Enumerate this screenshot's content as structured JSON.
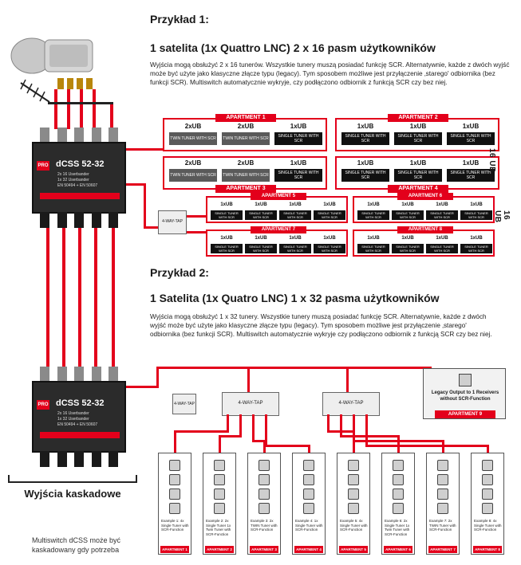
{
  "example1": {
    "heading": "Przykład 1:",
    "title": "1 satelita (1x Quattro LNC) 2 x 16 pasm użytkowników",
    "paragraph": "Wyjścia mogą obsłużyć 2 x 16 tunerów. Wszystkie tunery muszą posiadać funkcję SCR. Alternatywnie, każde z dwóch wyjść może być użyte jako klasyczne złącze typu (legacy). Tym sposobem możliwe jest przyłączenie ‚starego' odbiornika (bez funkcji SCR). Multiswitch automatycznie wykryje, czy podłączono odbiornik z funkcją SCR czy bez niej.",
    "side_label": "16 UB",
    "apartments_big": [
      {
        "label": "APARTMENT 1",
        "cells": [
          {
            "ub": "2xUB",
            "tuner": "TWIN TUNER WITH SCR",
            "style": "grey"
          },
          {
            "ub": "2xUB",
            "tuner": "TWIN TUNER WITH SCR",
            "style": "grey"
          },
          {
            "ub": "1xUB",
            "tuner": "SINGLE TUNER WITH SCR",
            "style": "black"
          }
        ]
      },
      {
        "label": "APARTMENT 2",
        "cells": [
          {
            "ub": "1xUB",
            "tuner": "SINGLE TUNER WITH SCR",
            "style": "black"
          },
          {
            "ub": "1xUB",
            "tuner": "SINGLE TUNER WITH SCR",
            "style": "black"
          },
          {
            "ub": "1xUB",
            "tuner": "SINGLE TUNER WITH SCR",
            "style": "black"
          }
        ]
      },
      {
        "label": "APARTMENT 3",
        "cells": [
          {
            "ub": "2xUB",
            "tuner": "TWIN TUNER WITH SCR",
            "style": "grey"
          },
          {
            "ub": "2xUB",
            "tuner": "TWIN TUNER WITH SCR",
            "style": "grey"
          },
          {
            "ub": "1xUB",
            "tuner": "SINGLE TUNER WITH SCR",
            "style": "black"
          }
        ]
      },
      {
        "label": "APARTMENT 4",
        "cells": [
          {
            "ub": "1xUB",
            "tuner": "SINGLE TUNER WITH SCR",
            "style": "black"
          },
          {
            "ub": "1xUB",
            "tuner": "SINGLE TUNER WITH SCR",
            "style": "black"
          },
          {
            "ub": "1xUB",
            "tuner": "SINGLE TUNER WITH SCR",
            "style": "black"
          }
        ]
      }
    ],
    "apartments_small": [
      {
        "label": "APARTMENT 5",
        "cells": [
          "SINGLE TUNER WITH SCR",
          "SINGLE TUNER WITH SCR",
          "SINGLE TUNER WITH SCR",
          "SINGLE TUNER WITH SCR"
        ]
      },
      {
        "label": "APARTMENT 6",
        "cells": [
          "SINGLE TUNER WITH SCR",
          "SINGLE TUNER WITH SCR",
          "SINGLE TUNER WITH SCR",
          "SINGLE TUNER WITH SCR"
        ]
      },
      {
        "label": "APARTMENT 7",
        "cells": [
          "SINGLE TUNER WITH SCR",
          "SINGLE TUNER WITH SCR",
          "SINGLE TUNER WITH SCR",
          "SINGLE TUNER WITH SCR"
        ]
      },
      {
        "label": "APARTMENT 8",
        "cells": [
          "SINGLE TUNER WITH SCR",
          "SINGLE TUNER WITH SCR",
          "SINGLE TUNER WITH SCR",
          "SINGLE TUNER WITH SCR"
        ]
      }
    ],
    "small_ub": "1xUB",
    "tap_label": "4-WAY-TAP"
  },
  "example2": {
    "heading": "Przykład 2:",
    "title": "1 Satelita (1x Quatro LNC) 1 x 32 pasma użytkowników",
    "paragraph": "Wyjścia mogą obsłużyć 1 x 32 tunery. Wszystkie tunery muszą posiadać funkcję SCR. Alternatywnie, każde z dwóch wyjść może być użyte jako klasyczne złącze typu (legacy). Tym sposobem możliwe jest przyłączenie ‚starego' odbiornika (bez funkcji SCR). Multiswitch automatycznie wykryje czy podłączono odbiornik z funkcją SCR czy bez niej.",
    "tap_label": "4-WAY-TAP",
    "legacy_text": "Legacy Output to 1 Receivers without SCR-Function",
    "legacy_apartment": "APARTMENT 9",
    "cards": [
      {
        "text": "Example 1: 4x Single Tuner with SCR-Function",
        "apt": "APARTMENT 1"
      },
      {
        "text": "Example 2: 2x Single Tuner 1x Twin Tuner with SCR-Function",
        "apt": "APARTMENT 2"
      },
      {
        "text": "Example 3: 2x TWIN Tuner with SCR-Function",
        "apt": "APARTMENT 3"
      },
      {
        "text": "Example 4: 1x Single Tuner with SCR-Function",
        "apt": "APARTMENT 4"
      },
      {
        "text": "Example 5: 4x Single Tuner with SCR-Function",
        "apt": "APARTMENT 5"
      },
      {
        "text": "Example 6: 2x Single Tuner 1x Twin Tuner with SCR-Function",
        "apt": "APARTMENT 6"
      },
      {
        "text": "Example 7: 2x TWIN Tuner with SCR-Function",
        "apt": "APARTMENT 7"
      },
      {
        "text": "Example 8: 4x Single Tuner with SCR-Function",
        "apt": "APARTMENT 8"
      }
    ]
  },
  "device": {
    "model": "dCSS 52-32",
    "line1": "2x 16 Userbander",
    "line2": "1x 32 Userbander",
    "line3": "EN 50494 + EN 50607",
    "brand": "PRO"
  },
  "left": {
    "cascade_label": "Wyjścia kaskadowe",
    "note": "Multiswitch dCSS może być kaskadowany gdy potrzeba"
  },
  "colors": {
    "red": "#e3001b",
    "dark": "#2b2b2b",
    "grey": "#5a5a5a"
  }
}
